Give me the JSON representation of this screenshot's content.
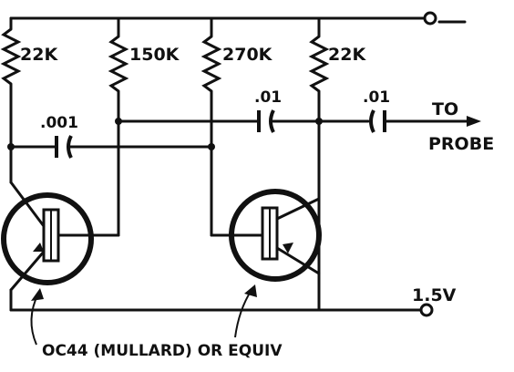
{
  "resistors": [
    {
      "label": "22K"
    },
    {
      "label": "150K"
    },
    {
      "label": "270K"
    },
    {
      "label": "22K"
    }
  ],
  "capacitors": [
    {
      "label": ".001"
    },
    {
      "label": ".01"
    },
    {
      "label": ".01"
    }
  ],
  "output": {
    "line1": "TO",
    "line2": "PROBE"
  },
  "supply": {
    "label": "1.5V"
  },
  "transistor_note": "OC44 (MULLARD) OR EQUIV"
}
